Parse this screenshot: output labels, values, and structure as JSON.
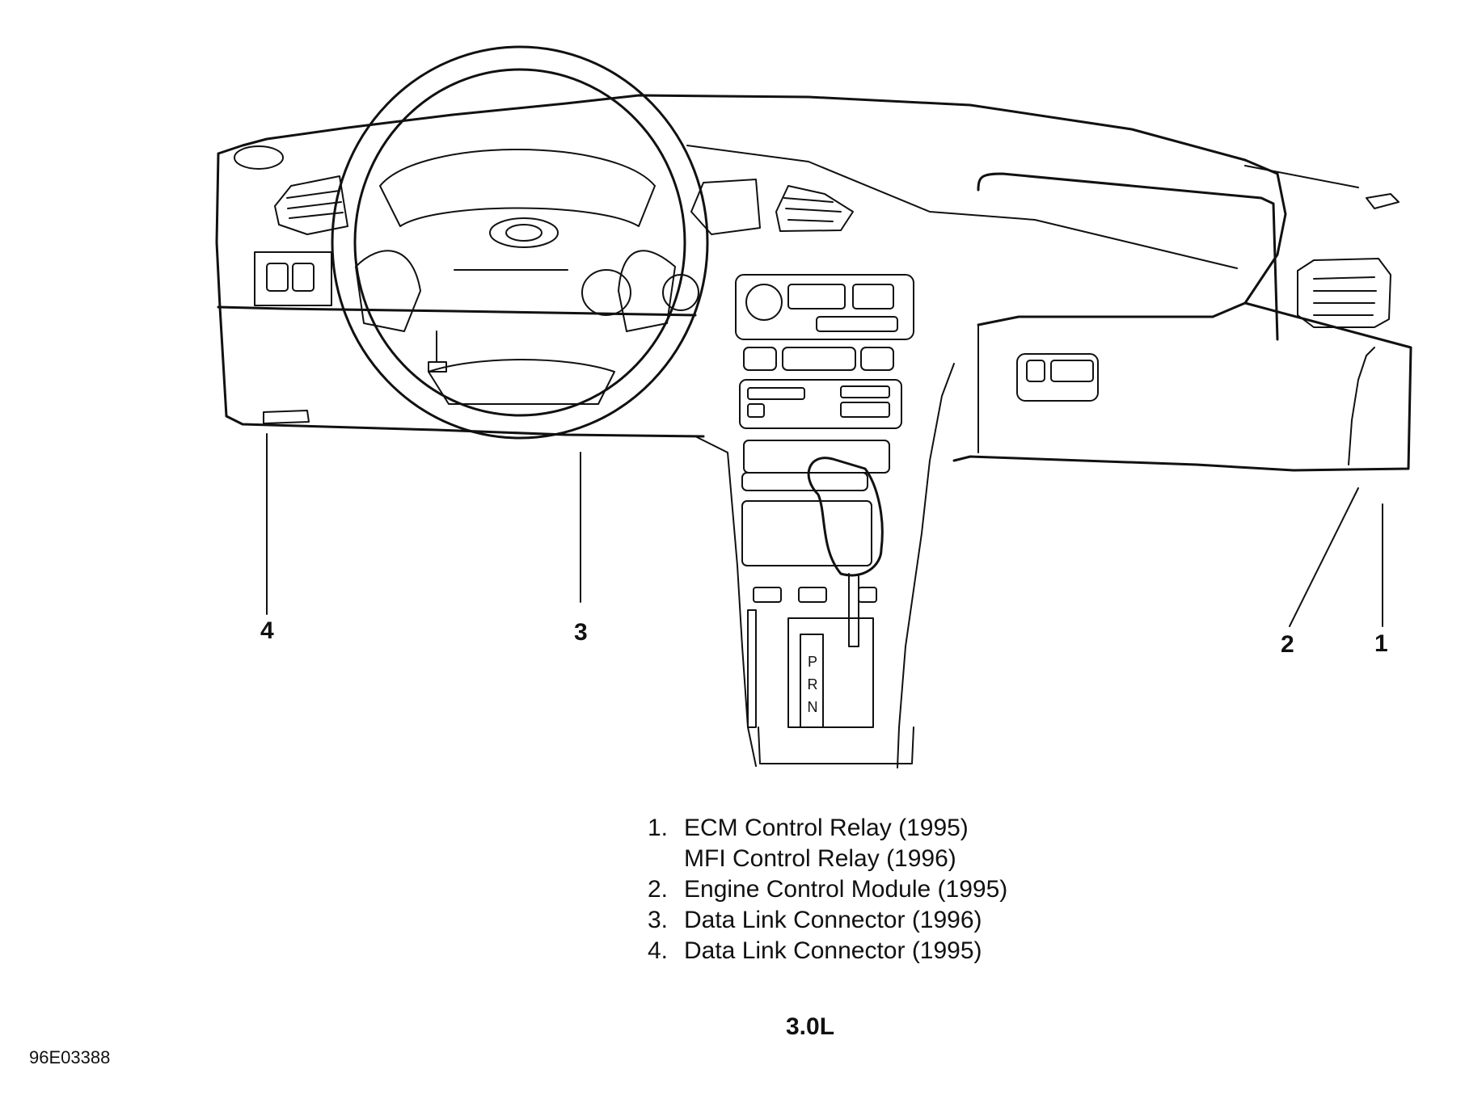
{
  "callouts": [
    {
      "id": "4",
      "label": "4"
    },
    {
      "id": "3",
      "label": "3"
    },
    {
      "id": "2",
      "label": "2"
    },
    {
      "id": "1",
      "label": "1"
    }
  ],
  "legend": [
    {
      "num": "1.",
      "text": "ECM Control Relay (1995)"
    },
    {
      "num": "",
      "text": "MFI Control Relay (1996)"
    },
    {
      "num": "2.",
      "text": "Engine Control Module (1995)"
    },
    {
      "num": "3.",
      "text": "Data Link Connector (1996)"
    },
    {
      "num": "4.",
      "text": "Data Link Connector (1995)"
    }
  ],
  "engine_label": "3.0L",
  "figure_id": "96E03388",
  "shifter_letters": [
    "P",
    "R",
    "N"
  ]
}
